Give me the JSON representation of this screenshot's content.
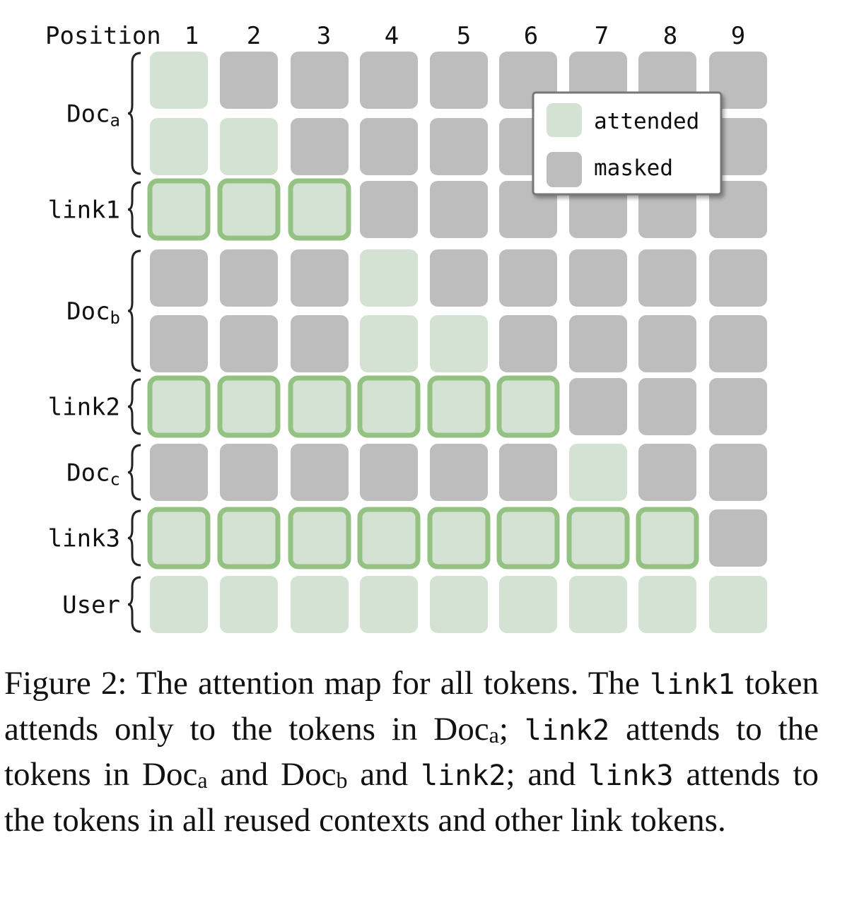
{
  "header": {
    "position_label": "Position"
  },
  "columns": [
    "1",
    "2",
    "3",
    "4",
    "5",
    "6",
    "7",
    "8",
    "9"
  ],
  "rows": [
    {
      "label": "Doc",
      "sub": "a",
      "link": false,
      "attend": [
        [
          1,
          0,
          0,
          0,
          0,
          0,
          0,
          0,
          0
        ],
        [
          1,
          1,
          0,
          0,
          0,
          0,
          0,
          0,
          0
        ]
      ]
    },
    {
      "label": "link1",
      "sub": "",
      "link": true,
      "attend": [
        [
          1,
          1,
          1,
          0,
          0,
          0,
          0,
          0,
          0
        ]
      ]
    },
    {
      "label": "Doc",
      "sub": "b",
      "link": false,
      "attend": [
        [
          0,
          0,
          0,
          1,
          0,
          0,
          0,
          0,
          0
        ],
        [
          0,
          0,
          0,
          1,
          1,
          0,
          0,
          0,
          0
        ]
      ]
    },
    {
      "label": "link2",
      "sub": "",
      "link": true,
      "attend": [
        [
          1,
          1,
          1,
          1,
          1,
          1,
          0,
          0,
          0
        ]
      ]
    },
    {
      "label": "Doc",
      "sub": "c",
      "link": false,
      "attend": [
        [
          0,
          0,
          0,
          0,
          0,
          0,
          1,
          0,
          0
        ]
      ]
    },
    {
      "label": "link3",
      "sub": "",
      "link": true,
      "attend": [
        [
          1,
          1,
          1,
          1,
          1,
          1,
          1,
          1,
          0
        ]
      ]
    },
    {
      "label": "User",
      "sub": "",
      "link": false,
      "attend": [
        [
          1,
          1,
          1,
          1,
          1,
          1,
          1,
          1,
          1
        ]
      ]
    }
  ],
  "legend": {
    "attended": "attended",
    "masked": "masked"
  },
  "colors": {
    "attended": "#d3e2d3",
    "masked": "#bdbdbd",
    "link_border": "#93c283",
    "brace": "#222222",
    "legend_border": "#777777"
  },
  "caption": {
    "p1": "Figure 2: The attention map for all tokens. The ",
    "c1": "link1",
    "p2": " token attends only to the tokens in Doc",
    "s1": "a",
    "p3": "; ",
    "c2": "link2",
    "p4": " attends to the tokens in Doc",
    "s2": "a",
    "p5": " and Doc",
    "s3": "b",
    "p6": " and ",
    "c3": "link2",
    "p7": "; and ",
    "c4": "link3",
    "p8": " attends to the tokens in all reused contexts and other link tokens."
  }
}
